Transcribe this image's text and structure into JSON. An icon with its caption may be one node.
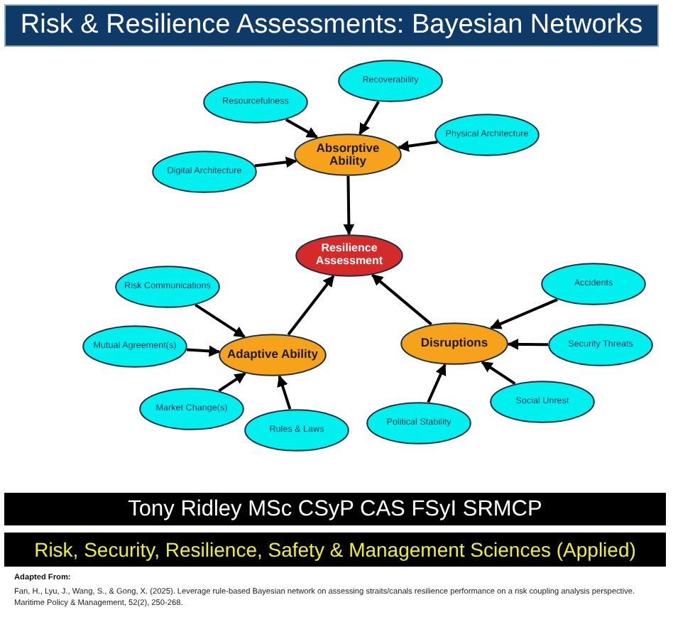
{
  "diagram": {
    "title": "Risk & Resilience Assessments: Bayesian Networks",
    "nodes": [
      {
        "text": [
          "Recoverability"
        ]
      },
      {
        "text": [
          "Resourcefulness"
        ]
      },
      {
        "text": [
          "Physical Architecture"
        ]
      },
      {
        "text": [
          "Absorptive Ability"
        ]
      },
      {
        "text": [
          "Digital Architecture"
        ]
      },
      {
        "text": [
          "Resilience Assessment"
        ]
      },
      {
        "text": [
          "Accidents"
        ]
      },
      {
        "text": [
          "Risk Communications"
        ]
      },
      {
        "text": [
          "Disruptions"
        ]
      },
      {
        "text": [
          "Security Threats"
        ]
      },
      {
        "text": [
          "Mutual Agreement(s)"
        ]
      },
      {
        "text": [
          "Adaptive Ability"
        ]
      },
      {
        "text": [
          "Social Unrest"
        ]
      },
      {
        "text": [
          "Market Change(s)"
        ]
      },
      {
        "text": [
          "Political Stability"
        ]
      },
      {
        "text": [
          "Rules & Laws"
        ]
      }
    ],
    "edges": [
      {
        "from": 0,
        "to": 3,
        "arrow": "to"
      },
      {
        "from": 1,
        "to": 3,
        "arrow": "to"
      },
      {
        "from": 2,
        "to": 3,
        "arrow": "to"
      },
      {
        "from": 4,
        "to": 3,
        "arrow": "to"
      },
      {
        "from": 3,
        "to": 5,
        "arrow": "to"
      },
      {
        "from": 11,
        "to": 5,
        "arrow": "to"
      },
      {
        "from": 8,
        "to": 5,
        "arrow": "to"
      },
      {
        "from": 7,
        "to": 11,
        "arrow": "to"
      },
      {
        "from": 10,
        "to": 11,
        "arrow": "to"
      },
      {
        "from": 13,
        "to": 11,
        "arrow": "to"
      },
      {
        "from": 15,
        "to": 11,
        "arrow": "to"
      },
      {
        "from": 6,
        "to": 8,
        "arrow": "to"
      },
      {
        "from": 9,
        "to": 8,
        "arrow": "to"
      },
      {
        "from": 12,
        "to": 8,
        "arrow": "to"
      },
      {
        "from": 14,
        "to": 8,
        "arrow": "to"
      }
    ],
    "labels": [
      "Tony Ridley MSc CSyP CAS FSyI SRMCP",
      "Risk, Security, Resilience, Safety & Management Sciences (Applied)",
      "Adapted From:",
      "Fan, H., Lyu, J., Wang, S., & Gong, X. (2025). Leverage rule-based Bayesian network on assessing straits/canals resilience performance on a risk coupling analysis perspective. Maritime Policy & Management, 52(2), 250-268."
    ]
  }
}
